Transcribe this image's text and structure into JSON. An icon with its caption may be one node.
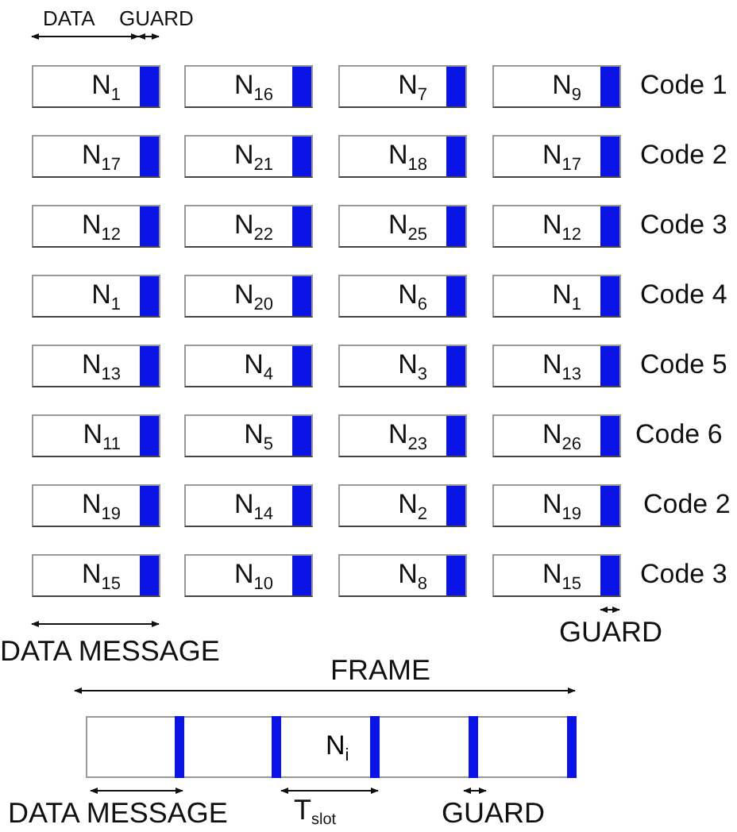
{
  "diagram": {
    "nodes": [
      {
        "text": [
          "N$_{1}$"
        ]
      },
      {
        "text": [
          "N$_{16}$"
        ]
      },
      {
        "text": [
          "N$_{7}$"
        ]
      },
      {
        "text": [
          "N$_{9}$"
        ]
      },
      {
        "text": [
          "N$_{17}$"
        ]
      },
      {
        "text": [
          "N$_{21}$"
        ]
      },
      {
        "text": [
          "N$_{18}$"
        ]
      },
      {
        "text": [
          "N$_{17}$"
        ]
      },
      {
        "text": [
          "N$_{12}$"
        ]
      },
      {
        "text": [
          "N$_{22}$"
        ]
      },
      {
        "text": [
          "N$_{25}$"
        ]
      },
      {
        "text": [
          "N$_{12}$"
        ]
      },
      {
        "text": [
          "N$_{1}$"
        ]
      },
      {
        "text": [
          "N$_{20}$"
        ]
      },
      {
        "text": [
          "N$_{6}$"
        ]
      },
      {
        "text": [
          "N$_{1}$"
        ]
      },
      {
        "text": [
          "N$_{13}$"
        ]
      },
      {
        "text": [
          "N$_{4}$"
        ]
      },
      {
        "text": [
          "N$_{3}$"
        ]
      },
      {
        "text": [
          "N$_{13}$"
        ]
      },
      {
        "text": [
          "N$_{11}$"
        ]
      },
      {
        "text": [
          "N$_{5}$"
        ]
      },
      {
        "text": [
          "N$_{23}$"
        ]
      },
      {
        "text": [
          "N$_{26}$"
        ]
      },
      {
        "text": [
          "N$_{19}$"
        ]
      },
      {
        "text": [
          "N$_{14}$"
        ]
      },
      {
        "text": [
          "N$_{2}$"
        ]
      },
      {
        "text": [
          "N$_{19}$"
        ]
      },
      {
        "text": [
          "N$_{15}$"
        ]
      },
      {
        "text": [
          "N$_{10}$"
        ]
      },
      {
        "text": [
          "N$_{8}$"
        ]
      },
      {
        "text": [
          "N$_{15}$"
        ]
      },
      {
        "text": [
          "N$_{i}$"
        ]
      }
    ],
    "labels": [
      "DATA",
      "GUARD",
      "Code 1",
      "Code 2",
      "Code 3",
      "Code 4",
      "Code 5",
      "Code 6",
      "Code 2",
      "Code 3",
      "DATA MESSAGE",
      "GUARD",
      "FRAME",
      "DATA MESSAGE",
      "T$_{slot}$",
      "GUARD"
    ]
  }
}
